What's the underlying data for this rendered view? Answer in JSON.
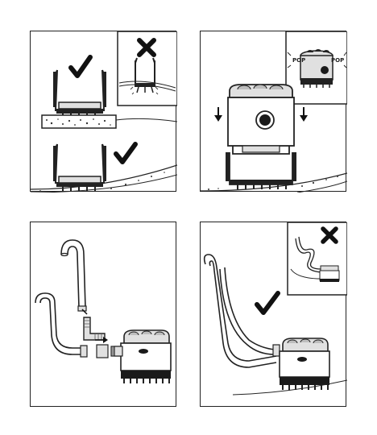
{
  "panels": [
    {
      "id": "panel-1",
      "marks": [
        "check",
        "cross",
        "check"
      ]
    },
    {
      "id": "panel-2",
      "labels": {
        "pop_left": "POP",
        "pop_right": "POP"
      }
    },
    {
      "id": "panel-3"
    },
    {
      "id": "panel-4",
      "marks": [
        "check",
        "cross"
      ]
    }
  ],
  "colors": {
    "line": "#222222",
    "fill_dark": "#1a1a1a",
    "fill_mid": "#bdbdbd",
    "fill_light": "#e0e0e0"
  },
  "icons": [
    "check-icon",
    "cross-icon",
    "arrow-down-icon",
    "arrow-right-icon"
  ]
}
